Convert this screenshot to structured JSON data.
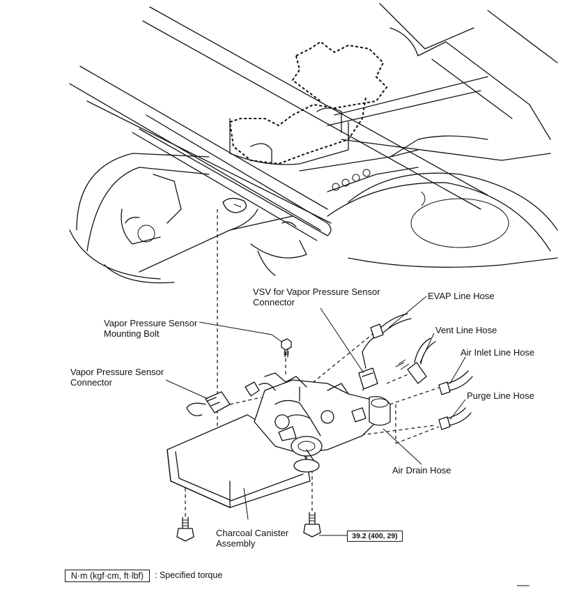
{
  "labels": {
    "vsv_connector_line1": "VSV for Vapor Pressure Sensor",
    "vsv_connector_line2": "Connector",
    "evap_line_hose": "EVAP Line Hose",
    "vent_line_hose": "Vent Line Hose",
    "air_inlet_line_hose": "Air Inlet Line Hose",
    "purge_line_hose": "Purge Line Hose",
    "mounting_bolt_line1": "Vapor Pressure Sensor",
    "mounting_bolt_line2": "Mounting Bolt",
    "sensor_connector_line1": "Vapor  Pressure  Sensor",
    "sensor_connector_line2": "Connector",
    "air_drain_hose": "Air Drain Hose",
    "canister_line1": "Charcoal Canister",
    "canister_line2": "Assembly"
  },
  "torque": {
    "value": "39.2 (400, 29)"
  },
  "legend": {
    "units": "N·m (kgf·cm, ft·lbf)",
    "description": ": Specified torque"
  },
  "icons": [
    "bolt-icon",
    "hose-icon",
    "connector-icon",
    "charcoal-canister-icon"
  ]
}
